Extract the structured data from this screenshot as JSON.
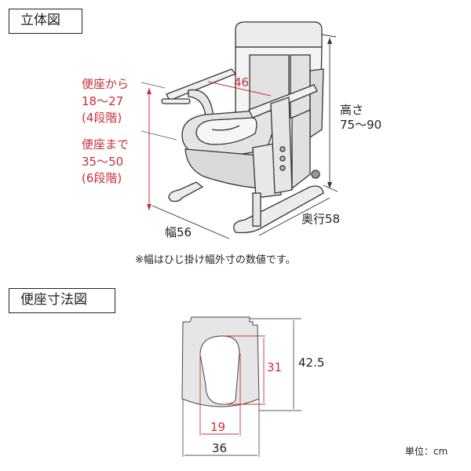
{
  "sections": {
    "perspective_title": "立体図",
    "seat_title": "便座寸法図"
  },
  "perspective": {
    "armrest_from_seat": {
      "label": "便座から",
      "range": "18〜27",
      "steps": "(4段階)"
    },
    "seat_height": {
      "label": "便座まで",
      "range": "35〜50",
      "steps": "(6段階)"
    },
    "inner_width": "46",
    "height": {
      "label": "高さ",
      "range": "75〜90"
    },
    "width": "幅56",
    "depth": "奥行58",
    "note": "※幅はひじ掛け幅外寸の数値です。"
  },
  "seat_diagram": {
    "opening_length": "31",
    "opening_width": "19",
    "seat_length": "42.5",
    "seat_width": "36"
  },
  "unit": "単位：cm",
  "colors": {
    "dimension_red": "#c8303c",
    "line": "#222222",
    "seat_fill": "#e6e6e6"
  }
}
